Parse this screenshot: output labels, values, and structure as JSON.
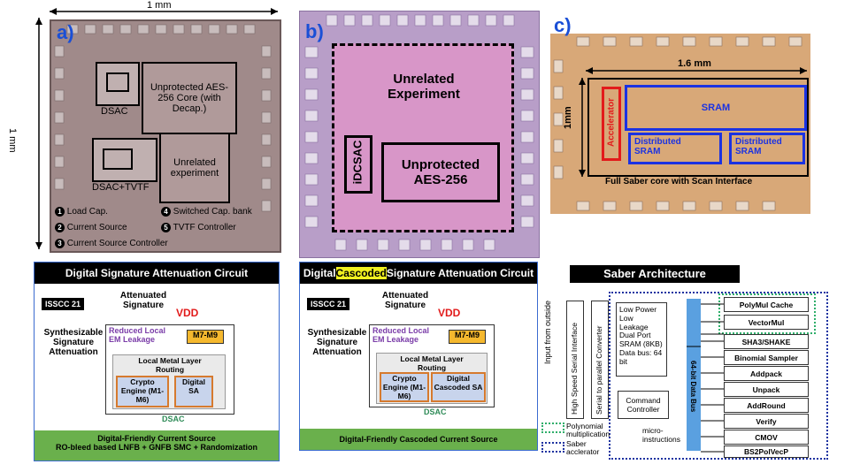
{
  "panel_a": {
    "letter": "a)",
    "width_label": "1 mm",
    "height_label": "1 mm",
    "aes_block": "Unprotected AES-256 Core (with Decap.)",
    "unrelated_block": "Unrelated experiment",
    "dsac_label": "DSAC",
    "dsac_tvtf_label": "DSAC+TVTF",
    "legend": [
      {
        "num": "1",
        "text": "Load Cap."
      },
      {
        "num": "2",
        "text": "Current Source"
      },
      {
        "num": "3",
        "text": "Current Source Controller"
      },
      {
        "num": "4",
        "text": "Switched Cap. bank"
      },
      {
        "num": "5",
        "text": "TVTF Controller"
      }
    ]
  },
  "panel_b": {
    "letter": "b)",
    "unrelated": "Unrelated Experiment",
    "idcsac": "iDCSAC",
    "aes": "Unprotected AES-256"
  },
  "panel_c": {
    "letter": "c)",
    "width_label": "1.6 mm",
    "height_label": "1mm",
    "accelerator": "Accelerator",
    "sram": "SRAM",
    "dsram1": "Distributed SRAM",
    "dsram2": "Distributed SRAM",
    "caption": "Full Saber core with Scan Interface"
  },
  "diagram_d": {
    "title": "Digital Signature Attenuation Circuit",
    "isscc": "ISSCC 21",
    "attenuated": "Attenuated Signature",
    "vdd": "VDD",
    "synth": "Synthesizable Signature Attenuation",
    "reduced": "Reduced Local EM Leakage",
    "m7": "M7-M9",
    "routing": "Local Metal Layer Routing",
    "crypto": "Crypto Engine (M1-M6)",
    "digital_sa": "Digital SA",
    "dsac": "DSAC",
    "footer1": "Digital-Friendly Current Source",
    "footer2": "RO-bleed based LNFB + GNFB SMC + Randomization"
  },
  "diagram_e": {
    "title_pre": "Digital ",
    "title_hl": "Cascoded",
    "title_post": " Signature Attenuation Circuit",
    "isscc": "ISSCC 21",
    "attenuated": "Attenuated Signature",
    "vdd": "VDD",
    "synth": "Synthesizable Signature Attenuation",
    "reduced": "Reduced Local EM Leakage",
    "m7": "M7-M9",
    "routing": "Local Metal Layer Routing",
    "crypto": "Crypto Engine (M1-M6)",
    "digital_sa": "Digital Cascoded SA",
    "dsac": "DSAC",
    "footer": "Digital-Friendly Cascoded Current Source"
  },
  "saber": {
    "title": "Saber Architecture",
    "input": "Input from outside",
    "hssi": "High Speed Serial Interface",
    "s2p": "Serial to parallel Converter",
    "sram": "Low Power Low Leakage Dual Port SRAM (8KB) Data bus: 64 bit",
    "cmd": "Command Controller",
    "micro": "micro-instructions",
    "bus": "64-bit Data Bus",
    "legend_poly": "Polynomial multiplication",
    "legend_saber": "Saber acclerator",
    "units": [
      "PolyMul Cache",
      "VectorMul",
      "SHA3/SHAKE",
      "Binomial Sampler",
      "Addpack",
      "Unpack",
      "AddRound",
      "Verify",
      "CMOV",
      "BS2PolVecP"
    ]
  }
}
